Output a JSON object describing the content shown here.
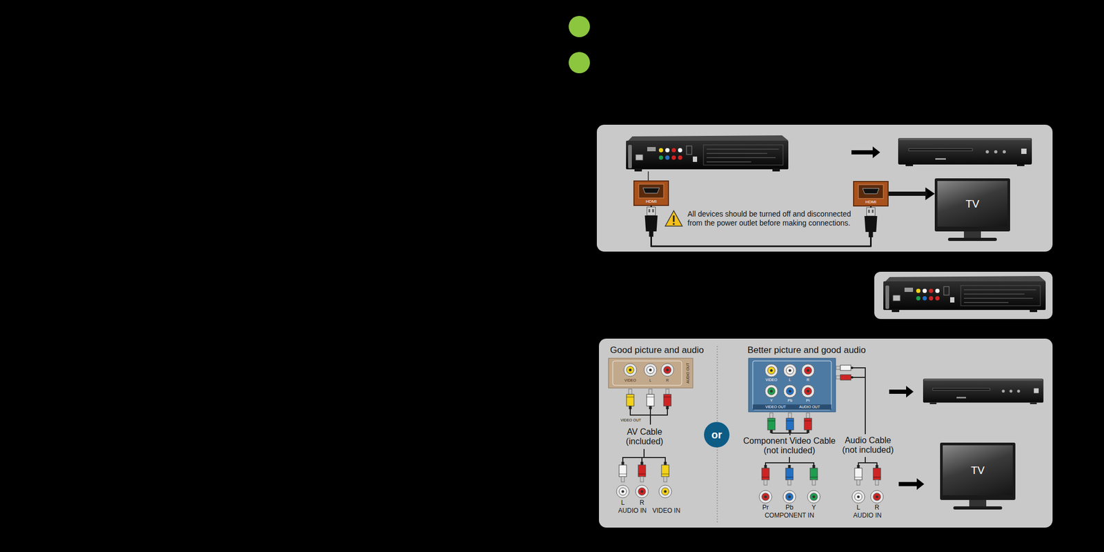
{
  "diagram": {
    "nodes": [
      {
        "text": [
          "All devices should be turned off and disconnected from the power outlet before making connections."
        ]
      },
      {
        "text": [
          "HDMI"
        ],
        "in": 0
      },
      {
        "text": [
          "HDMI"
        ],
        "in": 0
      },
      {
        "text": [
          "TV"
        ],
        "in": 0
      },
      {
        "text": [
          "or"
        ]
      },
      {
        "text": [
          "TV"
        ]
      }
    ],
    "edges": [
      {
        "from": 1,
        "to": 2,
        "arrow": "none"
      },
      {
        "from": 2,
        "to": 3,
        "arrow": "to"
      }
    ],
    "labels": [
      "Good picture and audio",
      "Better picture and good audio",
      "VIDEO",
      "L",
      "R",
      "AUDIO OUT",
      "VIDEO OUT",
      "AV Cable (included)",
      "L",
      "R",
      "AUDIO IN",
      "VIDEO IN",
      "VIDEO",
      "L",
      "R",
      "Y",
      "Pb",
      "Pr",
      "VIDEO OUT",
      "AUDIO OUT",
      "Component Video Cable (not included)",
      "Audio Cable (not included)",
      "Pr",
      "Pb",
      "Y",
      "COMPONENT IN",
      "L",
      "R",
      "AUDIO IN"
    ]
  }
}
